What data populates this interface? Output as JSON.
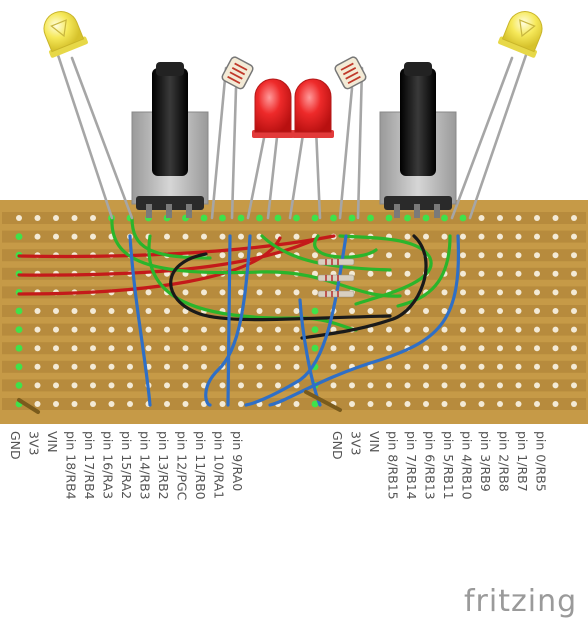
{
  "brand": "fritzing",
  "colors": {
    "board": "#c69a47",
    "board_dark": "#a57b30",
    "pad": "#f3ead6",
    "pad_connected": "#3fe24a",
    "wire_red": "#c41a1a",
    "wire_green": "#2bb52b",
    "wire_black": "#1a1a1a",
    "wire_blue": "#2f6fc6",
    "led_yellow": "#f6e95a",
    "led_red": "#ee2a2a",
    "pot_body": "#b9b9b9",
    "knob": "#141414",
    "leg": "#a6a6a6"
  },
  "components": [
    "led-yellow-left",
    "pot-left",
    "ldr-left",
    "led-red-left",
    "led-red-right",
    "ldr-right",
    "pot-right",
    "led-yellow-right"
  ],
  "pin_labels_left": [
    "GND",
    "3V3",
    "VIN",
    "pin 18/RB4",
    "pin 17/RB4",
    "pin 16/RA3",
    "pin 15/RA2",
    "pin 14/RB3",
    "pin 13/RB2",
    "pin 12/PGC",
    "pin 11/RB0",
    "pin 10/RA1",
    "pin 9/RA0"
  ],
  "pin_labels_right": [
    "GND",
    "3V3",
    "VIN",
    "pin 8/RB15",
    "pin 7/RB14",
    "pin 6/RB13",
    "pin 5/RB11",
    "pin 4/RB10",
    "pin 3/RB9",
    "pin 2/RB8",
    "pin 1/RB7",
    "pin 0/RB5"
  ]
}
